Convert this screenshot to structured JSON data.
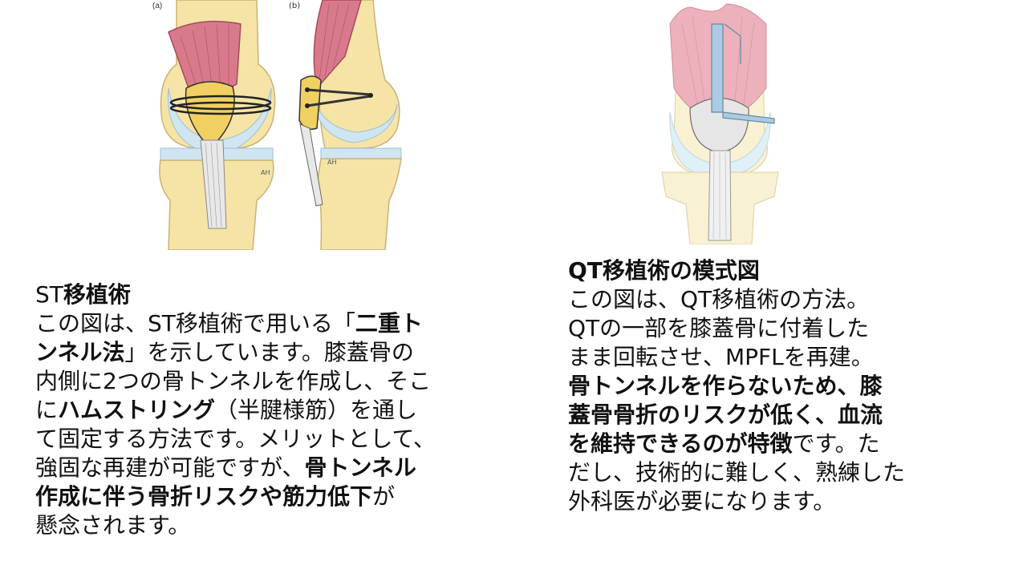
{
  "figures": {
    "st": {
      "label_a": "(a)",
      "label_b": "(b)",
      "mark_a": "AH",
      "mark_b": "AH"
    }
  },
  "st": {
    "title_prefix": "ST",
    "title_suffix": "移植術",
    "lines": [
      [
        {
          "t": "この図は、ST移植術で用いる「"
        },
        {
          "t": "二重ト",
          "b": true
        }
      ],
      [
        {
          "t": "ンネル法",
          "b": true
        },
        {
          "t": "」を示しています。膝蓋骨の"
        }
      ],
      [
        {
          "t": "内側に2つの骨トンネルを作成し、そこ"
        }
      ],
      [
        {
          "t": "に"
        },
        {
          "t": "ハムストリング",
          "b": true
        },
        {
          "t": "（半腱様筋）を通し"
        }
      ],
      [
        {
          "t": "て固定する方法です。メリットとして、"
        }
      ],
      [
        {
          "t": "強固な再建が可能ですが、"
        },
        {
          "t": "骨トンネル",
          "b": true
        }
      ],
      [
        {
          "t": "作成に伴う骨折リスクや筋力低下",
          "b": true
        },
        {
          "t": "が"
        }
      ],
      [
        {
          "t": "懸念されます。"
        }
      ]
    ]
  },
  "qt": {
    "title": "QT移植術の模式図",
    "lines": [
      [
        {
          "t": "この図は、QT移植術の方法。"
        }
      ],
      [
        {
          "t": "QTの一部を膝蓋骨に付着した"
        }
      ],
      [
        {
          "t": "まま回転させ、MPFLを再建。"
        }
      ],
      [
        {
          "t": "骨トンネルを作らないため、膝",
          "b": true
        }
      ],
      [
        {
          "t": "蓋骨骨折のリスクが低く、血流",
          "b": true
        }
      ],
      [
        {
          "t": "を維持できるのが特徴",
          "b": true
        },
        {
          "t": "です。た"
        }
      ],
      [
        {
          "t": "だし、技術的に難しく、熟練した"
        }
      ],
      [
        {
          "t": "外科医が必要になります。"
        }
      ]
    ]
  },
  "colors": {
    "bone": "#f6e4a6",
    "bone_edge": "#c9b277",
    "muscle": "#d97a8c",
    "patella": "#f0d060",
    "cartilage": "#cfe6f2",
    "tendon": "#e8e8e8",
    "graft": "#444444",
    "qt_graft": "#6f96b3"
  }
}
